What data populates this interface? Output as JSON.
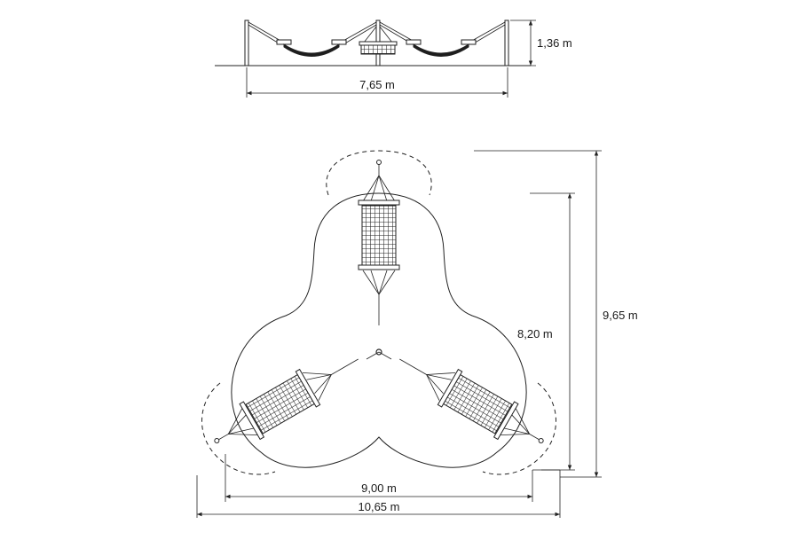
{
  "drawing": {
    "elevation": {
      "width_label": "7,65 m",
      "height_label": "1,36 m"
    },
    "plan": {
      "inner_width_label": "9,00 m",
      "outer_width_label": "10,65 m",
      "inner_height_label": "8,20 m",
      "outer_height_label": "9,65 m"
    }
  }
}
